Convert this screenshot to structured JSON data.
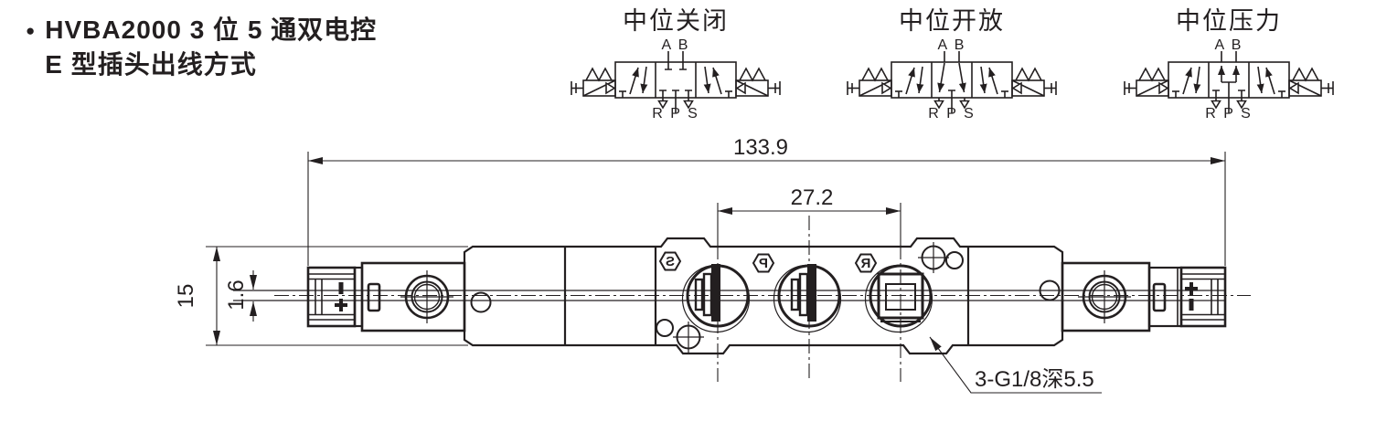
{
  "colors": {
    "ink": "#231f20",
    "background": "#ffffff"
  },
  "header": {
    "bullet": "●",
    "title_line1": "HVBA2000 3 位 5 通双电控",
    "title_line2": "E 型插头出线方式"
  },
  "symbols": [
    {
      "title": "中位关闭",
      "top_ports": "A B",
      "bottom_ports": "R P S",
      "center_function": "closed"
    },
    {
      "title": "中位开放",
      "top_ports": "A B",
      "bottom_ports": "R P S",
      "center_function": "open"
    },
    {
      "title": "中位压力",
      "top_ports": "A B",
      "bottom_ports": "R P S",
      "center_function": "pressure"
    }
  ],
  "drawing": {
    "dim_overall_length": "133.9",
    "dim_port_spacing": "27.2",
    "dim_height": "15",
    "dim_slot": "1.6",
    "port_thread_note": "3-G1/8深5.5",
    "port_markers": [
      "S",
      "P",
      "R"
    ]
  }
}
